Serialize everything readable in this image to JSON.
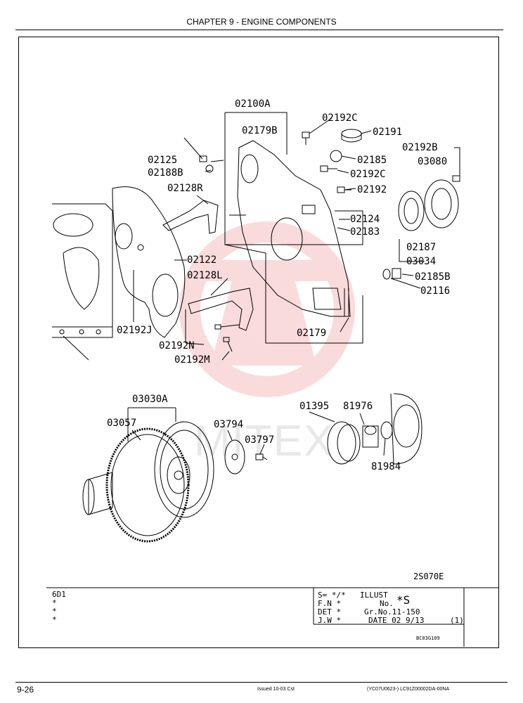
{
  "header": {
    "title": "CHAPTER 9 - ENGINE COMPONENTS"
  },
  "watermark": "MITEX",
  "labels": {
    "l02100A": "02100A",
    "l02179B": "02179B",
    "l02192C_a": "02192C",
    "l02191": "02191",
    "l02125": "02125",
    "l02188B": "02188B",
    "l02185": "02185",
    "l02192C_b": "02192C",
    "l02192B": "02192B",
    "l03080": "03080",
    "l02128R": "02128R",
    "l02192": "02192",
    "l02124": "02124",
    "l02183": "02183",
    "l02122": "02122",
    "l02187": "02187",
    "l03034": "03034",
    "l02128L": "02128L",
    "l02185B": "02185B",
    "l02116": "02116",
    "l02192J": "02192J",
    "l02192N": "02192N",
    "l02179": "02179",
    "l02192M": "02192M",
    "l03030A": "03030A",
    "l03057": "03057",
    "l03794": "03794",
    "l03797": "03797",
    "l01395": "01395",
    "l81976": "81976",
    "l81984": "81984"
  },
  "illust_code": "2S070E",
  "info": {
    "model": "6D1",
    "star1": "*",
    "star2": "*",
    "star3": "*",
    "s": "S= */*",
    "fn": "F.N *",
    "det": "DET *",
    "jw": "J.W *",
    "illust": "ILLUST",
    "no": "No.",
    "no_val": "*S",
    "grno": "Gr.No.11-150",
    "date": "DATE 02 9/13",
    "date_seq": "(1)",
    "code": "BC03G109"
  },
  "footer": {
    "page": "9-26",
    "issued": "Issued 10-03  Cst",
    "ref": "(YC07U0623-)   LC91Z00002DA-00NA"
  }
}
